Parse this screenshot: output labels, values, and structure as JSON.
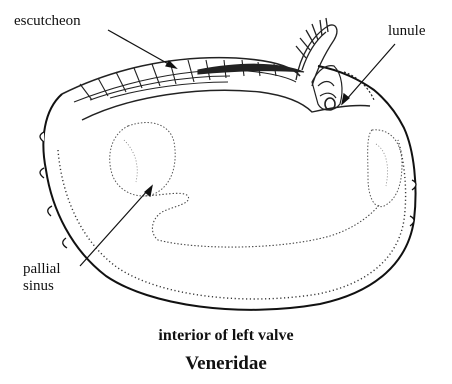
{
  "labels": {
    "escutcheon": "escutcheon",
    "lunule": "lunule",
    "pallial_line1": "pallial",
    "pallial_line2": "sinus"
  },
  "caption": "interior of left valve",
  "family": "Veneridae"
}
